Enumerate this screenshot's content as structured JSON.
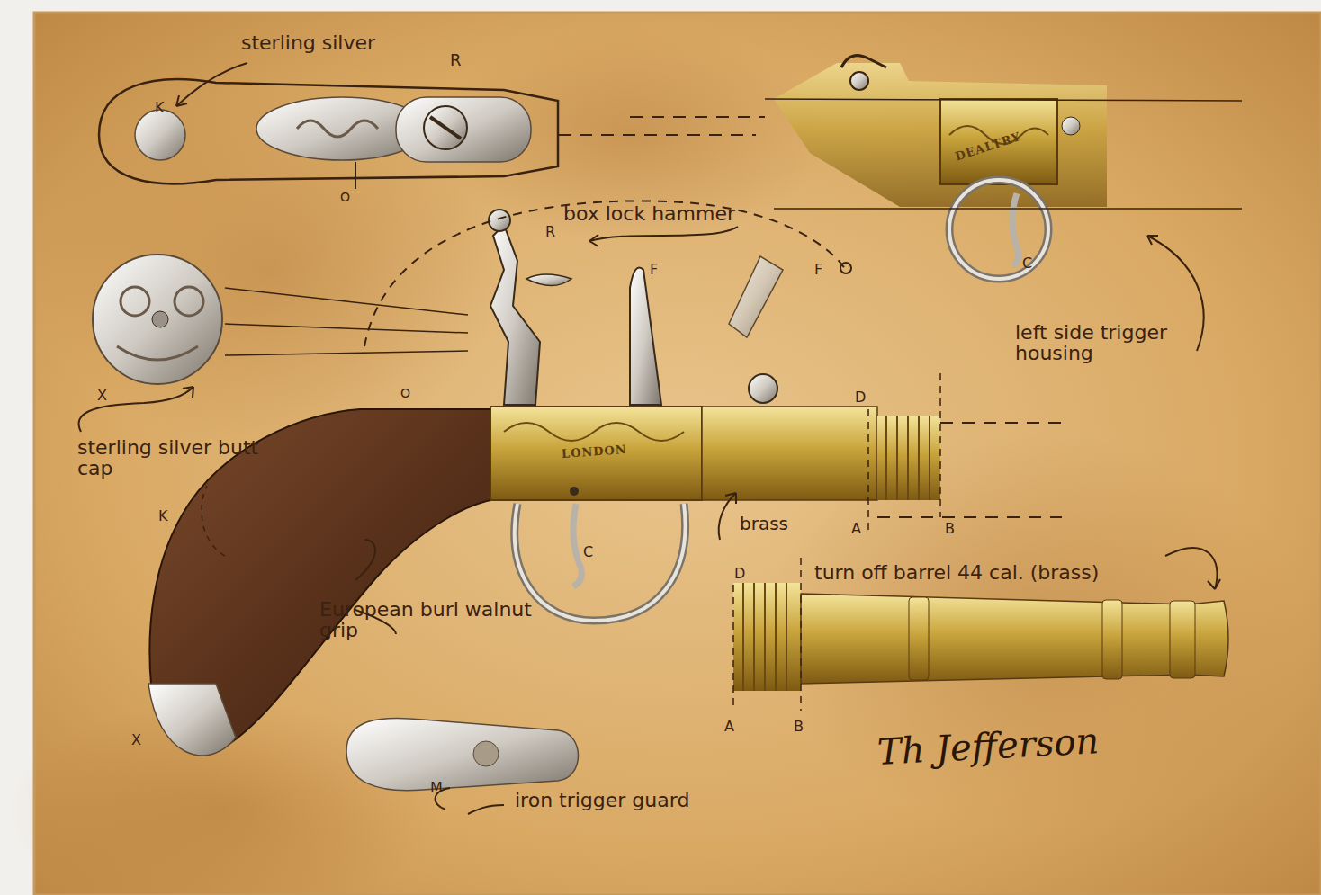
{
  "diagram": {
    "labels": [
      "sterling silver",
      "K",
      "R",
      "O",
      "box lock hammer",
      "R",
      "F",
      "F",
      "DEALTRY",
      "C",
      "left side trigger housing",
      "X",
      "sterling silver butt cap",
      "O",
      "D",
      "LONDON",
      "K",
      "brass",
      "A",
      "B",
      "C",
      "D",
      "turn off barrel 44 cal. (brass)",
      "European burl walnut grip",
      "A",
      "B",
      "X",
      "M",
      "iron trigger guard",
      "Th Jefferson"
    ]
  }
}
